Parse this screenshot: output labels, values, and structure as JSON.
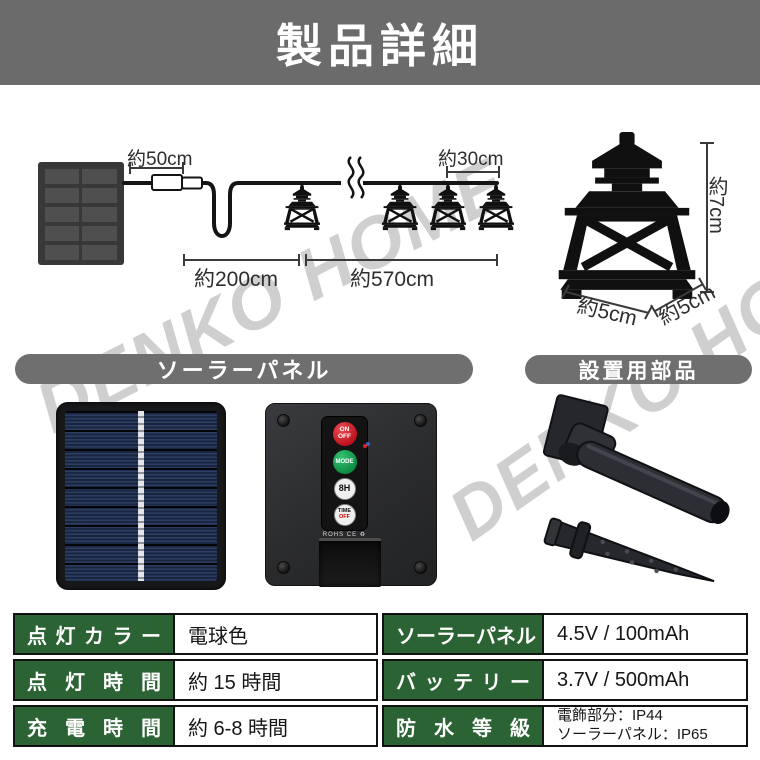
{
  "header": {
    "title": "製品詳細"
  },
  "watermark": {
    "text": "DENKO HOME"
  },
  "diagram": {
    "labels": {
      "cable_to_connector": "約50cm",
      "lantern_spacing": "約30cm",
      "lead_cable": "約200cm",
      "string_length": "約570cm",
      "lantern_height": "約7cm",
      "lantern_width": "約5cm",
      "lantern_depth": "約5cm"
    }
  },
  "sections": {
    "solar_panel": "ソーラーパネル",
    "mounting_parts": "設置用部品"
  },
  "controller": {
    "power_button": {
      "line1": "ON",
      "line2": "OFF"
    },
    "mode_button": "MODE",
    "timer_button": "8H",
    "time_off_button": {
      "line1": "TIME",
      "line2": "OFF"
    },
    "certifications": "ROHS CE ♻"
  },
  "spec_table": {
    "left": [
      {
        "label": "点灯カラー",
        "value": "電球色"
      },
      {
        "label": "点灯時間",
        "value": "約 15 時間"
      },
      {
        "label": "充電時間",
        "value": "約 6-8 時間"
      }
    ],
    "right": [
      {
        "label": "ソーラーパネル",
        "value": "4.5V / 100mAh"
      },
      {
        "label": "バッテリー",
        "value": "3.7V / 500mAh"
      },
      {
        "label": "防水等級",
        "value_line1": "電飾部分：IP44",
        "value_line2": "ソーラーパネル：IP65"
      }
    ]
  },
  "colors": {
    "header_gray": "#6b6b6b",
    "pill_gray": "#6f6f6f",
    "table_green": "#2c6334",
    "panel_blue": "#1a2540",
    "power_red": "#c71622",
    "mode_green": "#12954a"
  }
}
